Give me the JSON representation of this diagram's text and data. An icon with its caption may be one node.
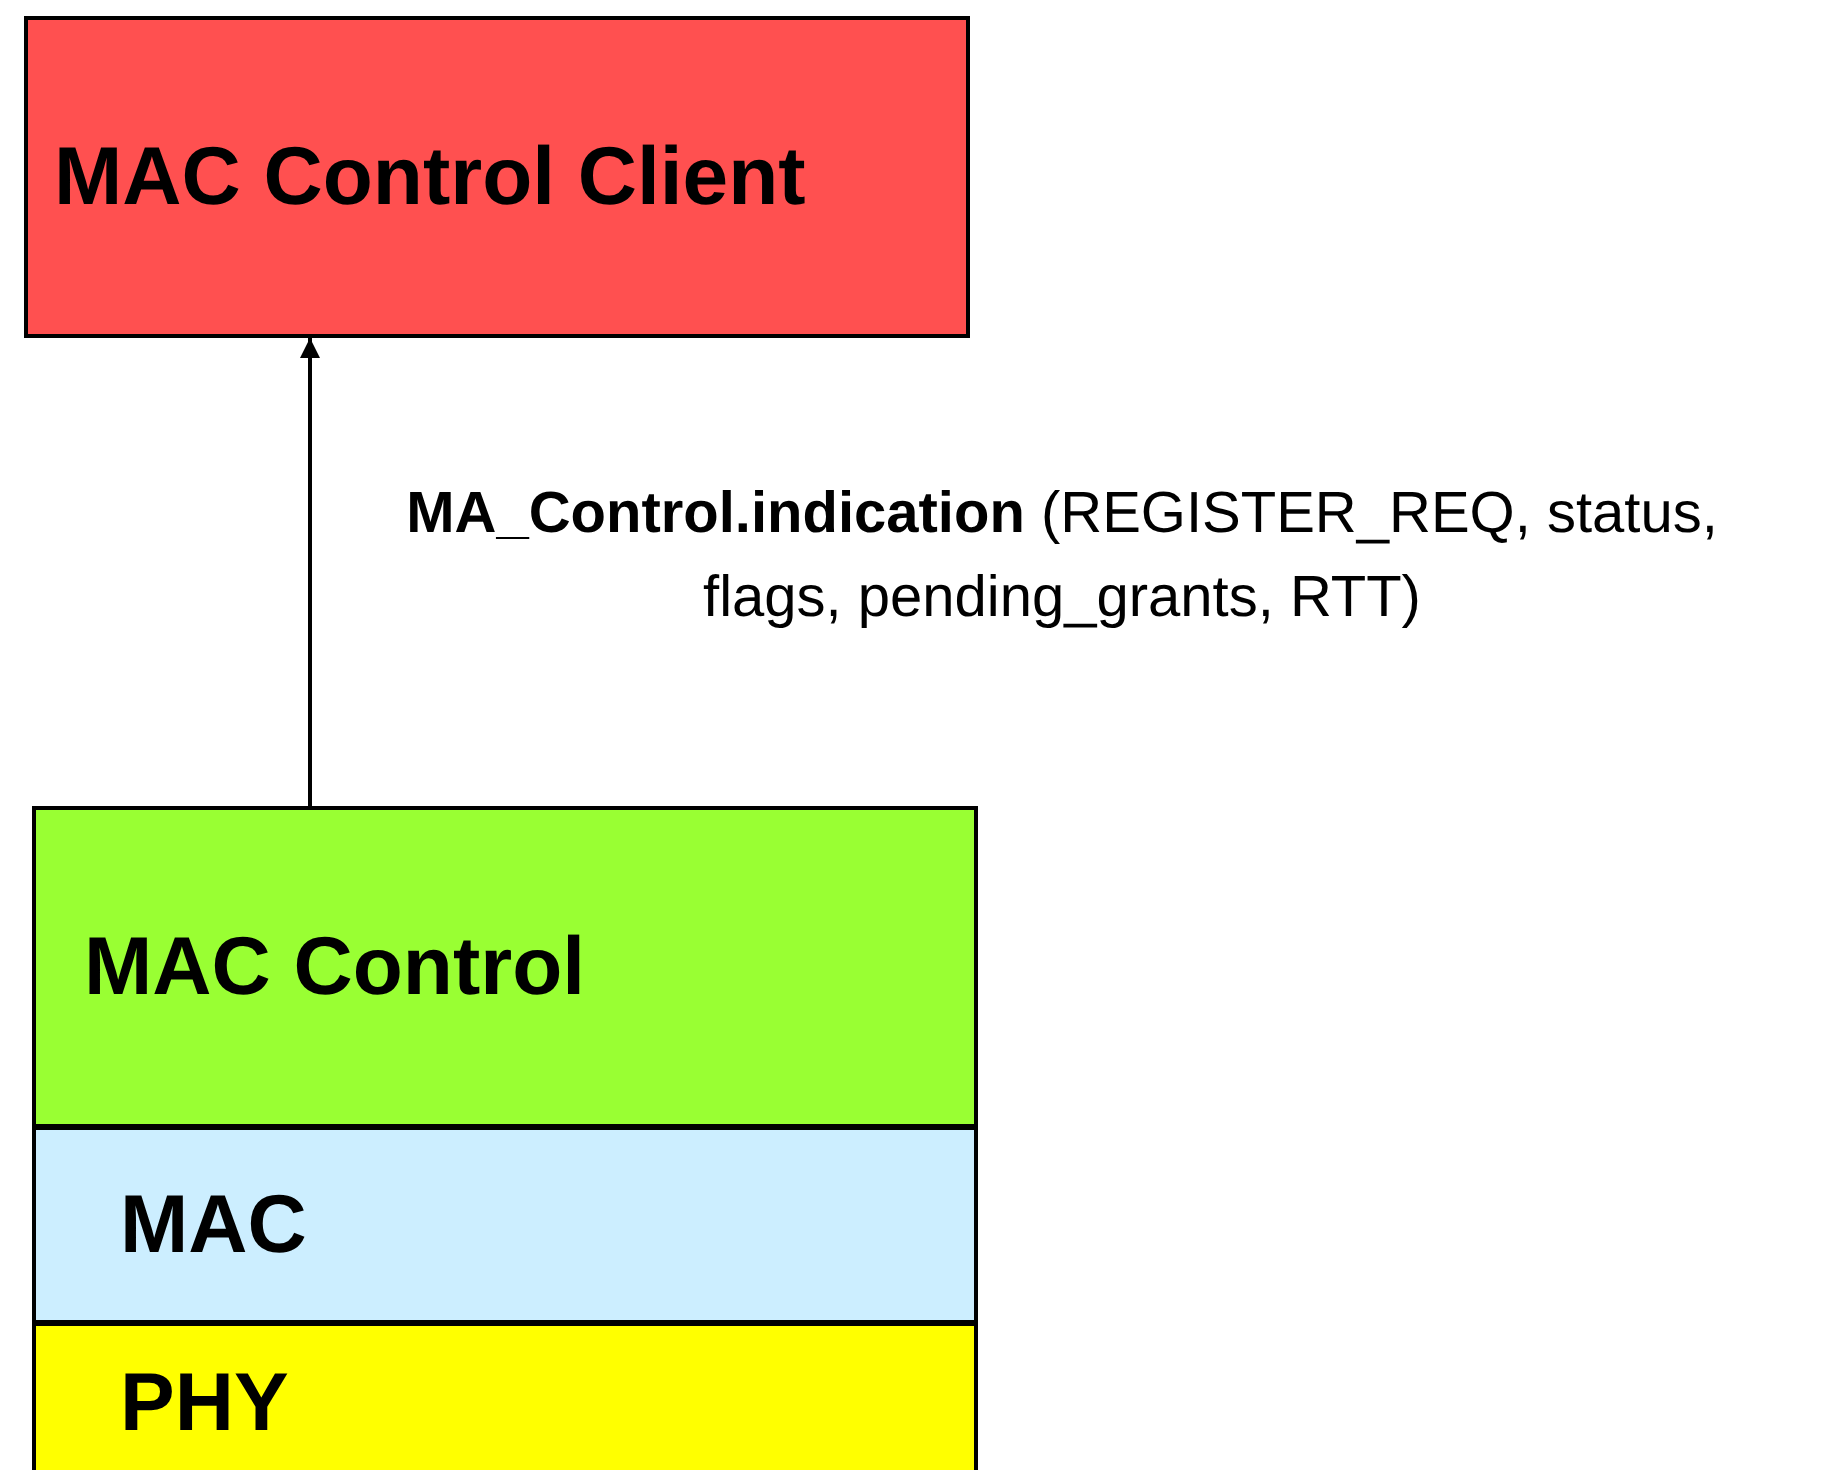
{
  "diagram": {
    "nodes": [
      {
        "text": [
          "MAC Control Client"
        ]
      },
      {
        "text": [
          "MAC Control"
        ]
      },
      {
        "text": [
          "MAC"
        ]
      },
      {
        "text": [
          "PHY"
        ]
      }
    ],
    "edges": [
      {
        "from": 1,
        "to": 0,
        "arrow": "to",
        "label": "**MA_Control.indication** (REGISTER_REQ, status, flags, pending_grants, RTT)"
      }
    ]
  }
}
